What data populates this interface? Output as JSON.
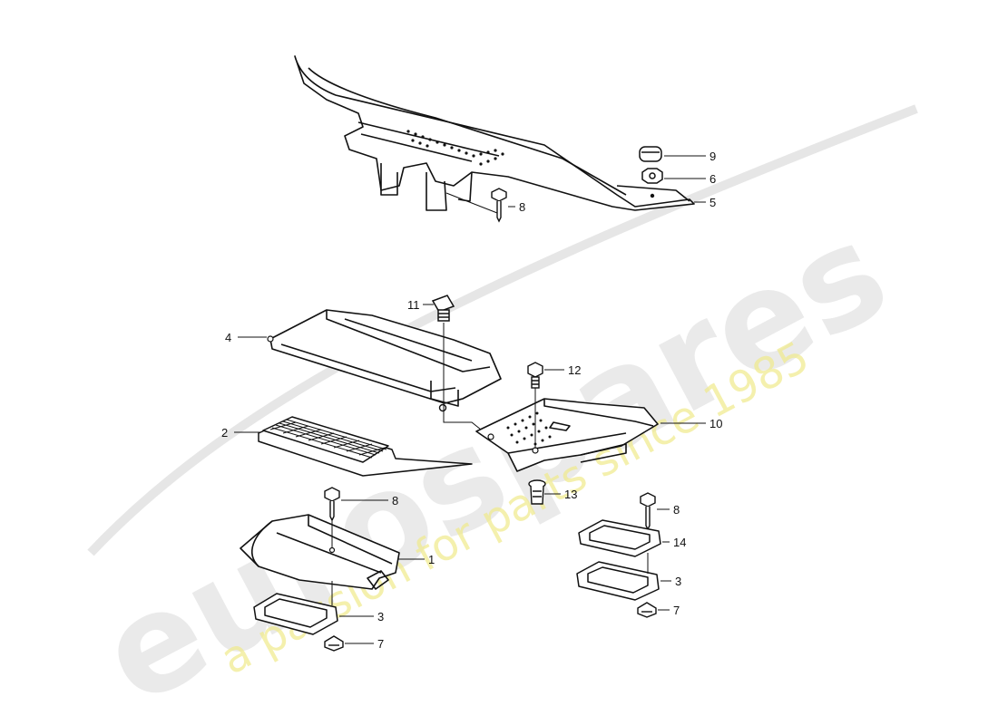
{
  "watermark": {
    "brand_text": "eurospares",
    "tagline_text": "a passion for parts since 1985",
    "brand_color": "#d8d8d8",
    "tagline_color": "#f2ef9a"
  },
  "callouts": [
    {
      "id": "9",
      "label": "9"
    },
    {
      "id": "6",
      "label": "6"
    },
    {
      "id": "5",
      "label": "5"
    },
    {
      "id": "8a",
      "label": "8"
    },
    {
      "id": "11",
      "label": "11"
    },
    {
      "id": "4",
      "label": "4"
    },
    {
      "id": "12",
      "label": "12"
    },
    {
      "id": "10",
      "label": "10"
    },
    {
      "id": "2",
      "label": "2"
    },
    {
      "id": "13",
      "label": "13"
    },
    {
      "id": "8b",
      "label": "8"
    },
    {
      "id": "8c",
      "label": "8"
    },
    {
      "id": "14",
      "label": "14"
    },
    {
      "id": "1",
      "label": "1"
    },
    {
      "id": "3a",
      "label": "3"
    },
    {
      "id": "3b",
      "label": "3"
    },
    {
      "id": "7a",
      "label": "7"
    },
    {
      "id": "7b",
      "label": "7"
    }
  ],
  "colors": {
    "line": "#111111",
    "fill": "#ffffff",
    "shade": "#cfcfcf"
  }
}
